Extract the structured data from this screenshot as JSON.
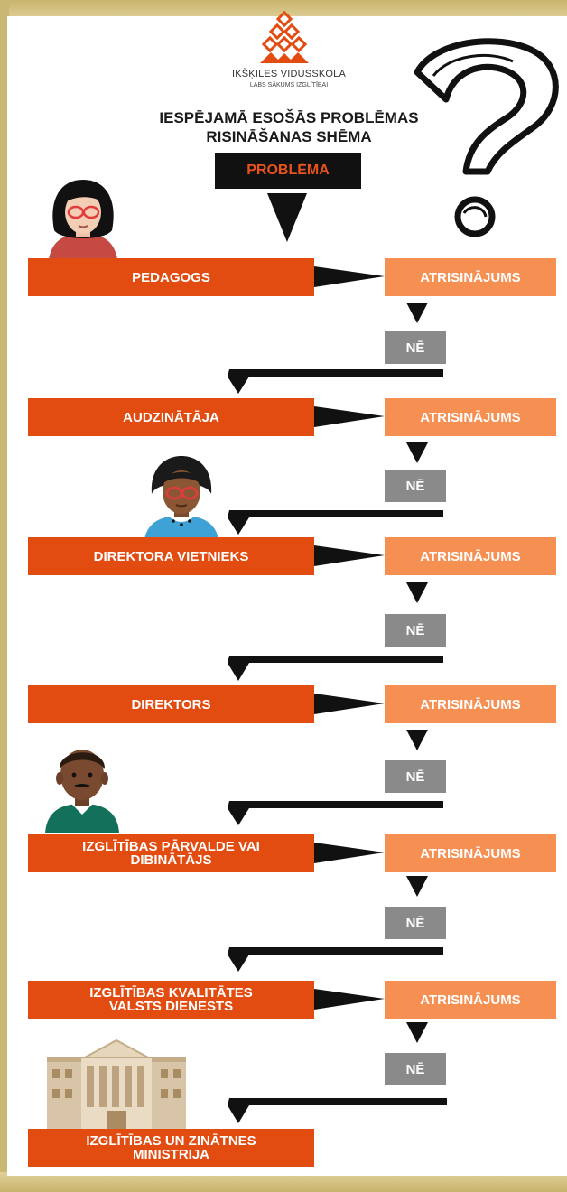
{
  "logo": {
    "name": "IKŠĶILES VIDUSSKOLA",
    "tagline": "LABS SĀKUMS IZGLĪTĪBAI"
  },
  "title": {
    "line1": "IESPĒJAMĀ ESOŠĀS PROBLĒMAS",
    "line2": "RISINĀŠANAS SHĒMA"
  },
  "problem_label": "PROBLĒMA",
  "solution_label": "ATRISINĀJUMS",
  "no_label": "NĒ",
  "roles": [
    {
      "line1": "PEDAGOGS",
      "line2": ""
    },
    {
      "line1": "AUDZINĀTĀJA",
      "line2": ""
    },
    {
      "line1": "DIREKTORA VIETNIEKS",
      "line2": ""
    },
    {
      "line1": "DIREKTORS",
      "line2": ""
    },
    {
      "line1": "IZGLĪTĪBAS PĀRVALDE VAI",
      "line2": "DIBINĀTĀJS"
    },
    {
      "line1": "IZGLĪTĪBAS KVALITĀTES",
      "line2": "VALSTS DIENESTS"
    },
    {
      "line1": "IZGLĪTĪBAS UN ZINĀTNES",
      "line2": "MINISTRIJA"
    }
  ],
  "colors": {
    "role_box": "#e24c10",
    "solution_box": "#f68f52",
    "no_box": "#8a8a8a",
    "problem_box": "#111111",
    "problem_text": "#e8531c",
    "arrow": "#111111"
  },
  "icons": [
    "logo-diamond-icon",
    "question-mark-icon",
    "teacher-woman-icon",
    "teacher-woman-2-icon",
    "man-official-icon",
    "ministry-building-icon"
  ]
}
